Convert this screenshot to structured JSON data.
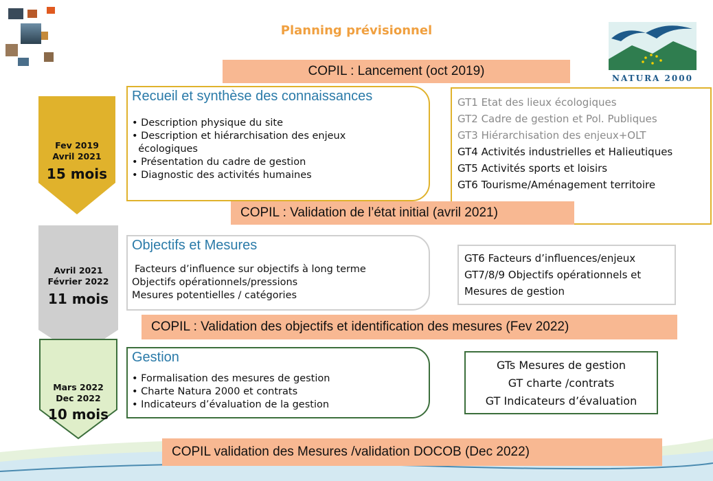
{
  "title": "Planning prévisionnel",
  "logo": {
    "label": "NATURA 2000",
    "icon": "natura2000-logo-icon"
  },
  "colors": {
    "accent_orange": "#f0a040",
    "copil_fill": "#f8b892",
    "phase1": "#e0b22c",
    "phase2": "#cfcfcf",
    "phase3": "#dfeec9",
    "gestion_border": "#3b6e3b",
    "title_blue": "#2a7aa8"
  },
  "copil": {
    "launch": "COPIL :  Lancement (oct 2019)",
    "etat_initial": "COPIL : Validation de l’état initial (avril 2021)",
    "objectifs": "COPIL : Validation des objectifs et identification des mesures (Fev 2022)",
    "docob": "COPIL validation des Mesures /validation DOCOB (Dec 2022)"
  },
  "phases": [
    {
      "date1": "Fev 2019",
      "date2": "Avril 2021",
      "duration": "15 mois",
      "box_title": "Recueil et synthèse des connaissances",
      "items": [
        "• Description physique du site",
        "• Description et hiérarchisation des enjeux",
        "  écologiques",
        "• Présentation du cadre de gestion",
        "• Diagnostic des activités humaines"
      ],
      "gt": [
        "GT1 Etat des lieux écologiques",
        "GT2 Cadre de gestion et Pol. Publiques",
        "GT3 Hiérarchisation des enjeux+OLT",
        "GT4 Activités industrielles et Halieutiques",
        "GT5 Activités sports et loisirs",
        "GT6 Tourisme/Aménagement territoire"
      ]
    },
    {
      "date1": "Avril 2021",
      "date2": "Février 2022",
      "duration": "11 mois",
      "box_title": "Objectifs et Mesures",
      "items": [
        "Facteurs d’influence sur objectifs à long terme",
        "Objectifs opérationnels/pressions",
        "Mesures potentielles / catégories"
      ],
      "gt": [
        "GT6 Facteurs d’influences/enjeux",
        "GT7/8/9 Objectifs opérationnels et",
        "Mesures de gestion"
      ]
    },
    {
      "date1": "Mars 2022",
      "date2": "Dec 2022",
      "duration": "10 mois",
      "box_title": "Gestion",
      "items": [
        "• Formalisation des mesures de gestion",
        "• Charte Natura 2000  et contrats",
        "• Indicateurs d’évaluation de la gestion"
      ],
      "gt": [
        "GTs Mesures de gestion",
        "GT charte /contrats",
        "GT Indicateurs d’évaluation"
      ]
    }
  ]
}
